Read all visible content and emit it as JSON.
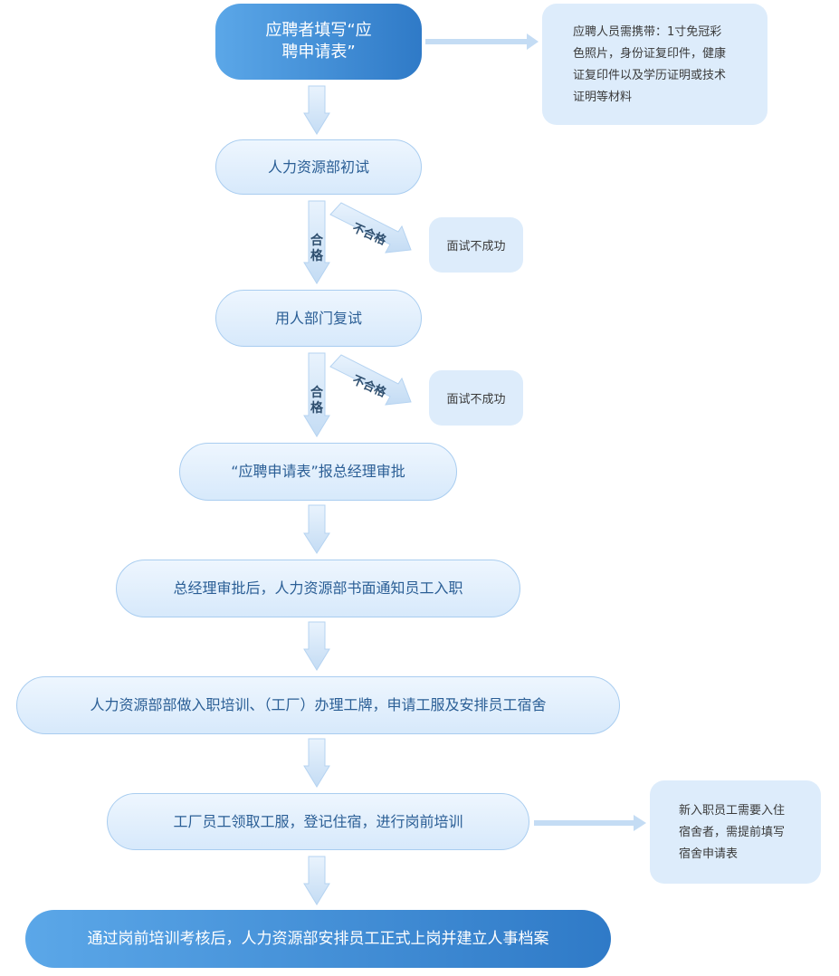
{
  "steps": [
    "应聘者填写“应聘申请表”",
    "人力资源部初试",
    "用人部门复试",
    "“应聘申请表”报总经理审批",
    "总经理审批后，人力资源部书面通知员工入职",
    "人力资源部部做入职培训、（工厂）办理工牌，申请工服及安排员工宿舍",
    "工厂员工领取工服，登记住宿，进行岗前培训",
    "通过岗前培训考核后，人力资源部安排员工正式上岗并建立人事档案"
  ],
  "step1_lines": [
    "应聘者填写“应",
    "聘申请表”"
  ],
  "notes": {
    "materials_lines": [
      "应聘人员需携带：1寸免冠彩",
      "色照片，身份证复印件，健康",
      "证复印件以及学历证明或技术",
      "证明等材料"
    ],
    "dormitory_lines": [
      "新入职员工需要入住",
      "宿舍者，需提前填写",
      "宿舍申请表"
    ]
  },
  "branches": {
    "pass_label": "合格",
    "fail_label": "不合格",
    "fail_result": "面试不成功"
  },
  "colors": {
    "node_text": "#2a5e95",
    "node_fill_light": "#d7e9fb",
    "node_border": "#a9cdf0",
    "node_fill_dark": "#2f7ac7",
    "note_fill": "#ddecfb",
    "arrow_fill": "#cfe4f9"
  }
}
